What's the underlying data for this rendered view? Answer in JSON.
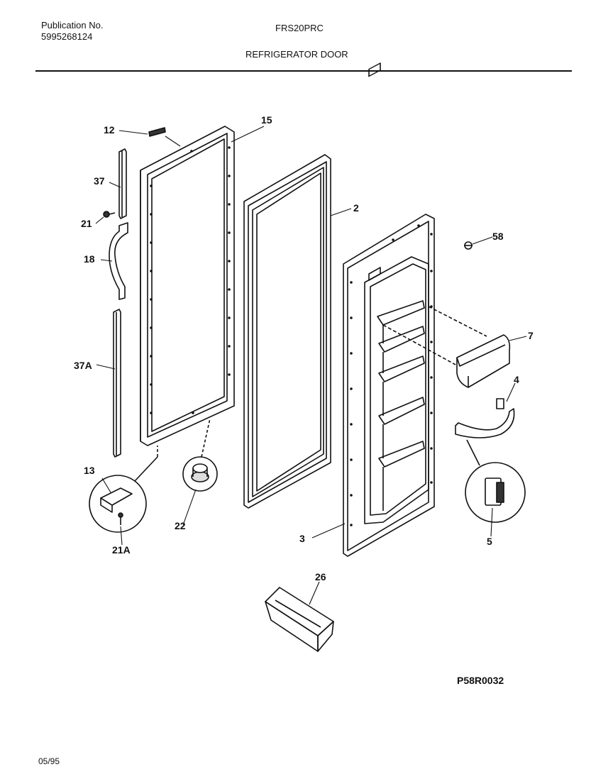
{
  "header": {
    "publication_label": "Publication No.",
    "publication_number": "5995268124",
    "model": "FRS20PRC",
    "title": "REFRIGERATOR DOOR"
  },
  "callouts": {
    "c12": "12",
    "c15": "15",
    "c37": "37",
    "c21": "21",
    "c18": "18",
    "c2": "2",
    "c58": "58",
    "c7": "7",
    "c37a": "37A",
    "c4": "4",
    "c13": "13",
    "c22": "22",
    "c21a": "21A",
    "c3": "3",
    "c5": "5",
    "c26": "26"
  },
  "diagram_ref": "P58R0032",
  "footer": {
    "date": "05/95"
  }
}
